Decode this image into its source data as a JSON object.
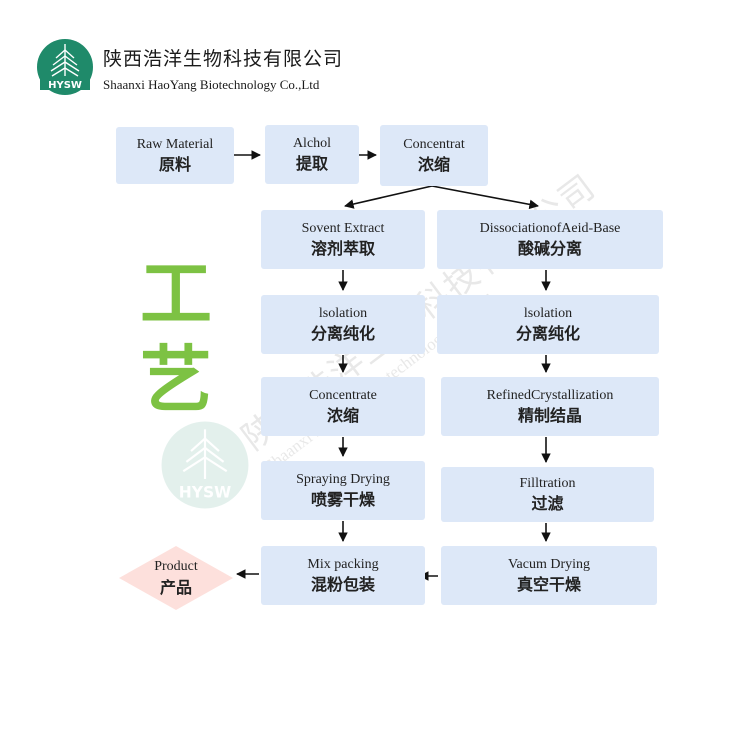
{
  "header": {
    "logo_text": "HYSW",
    "company_cn": "陕西浩洋生物科技有限公司",
    "company_en": "Shaanxi HaoYang Biotechnology Co.,Ltd"
  },
  "side_title": [
    "工",
    "艺"
  ],
  "watermark": {
    "cn": "陕西浩洋生物科技有限公司",
    "en": "Shaanxi HaoYang Biotechnology Co.,Ltd",
    "logo_text": "HYSW"
  },
  "steps": {
    "raw_material": {
      "en": "Raw Material",
      "cn": "原料"
    },
    "alchol": {
      "en": "Alchol",
      "cn": "提取"
    },
    "concentrat": {
      "en": "Concentrat",
      "cn": "浓缩"
    },
    "sovent_extract": {
      "en": "Sovent Extract",
      "cn": "溶剂萃取"
    },
    "dissociation": {
      "en": "DissociationofAeid-Base",
      "cn": "酸碱分离"
    },
    "isolation_left": {
      "en": "lsolation",
      "cn": "分离纯化"
    },
    "isolation_right": {
      "en": "lsolation",
      "cn": "分离纯化"
    },
    "concentrate": {
      "en": "Concentrate",
      "cn": "浓缩"
    },
    "refined": {
      "en": "RefinedCrystallization",
      "cn": "精制结晶"
    },
    "spraying": {
      "en": "Spraying Drying",
      "cn": "喷雾干燥"
    },
    "filltration": {
      "en": "Filltration",
      "cn": "过滤"
    },
    "mix_packing": {
      "en": "Mix packing",
      "cn": "混粉包装"
    },
    "vacum": {
      "en": "Vacum Drying",
      "cn": "真空干燥"
    },
    "product": {
      "en": "Product",
      "cn": "产品"
    }
  },
  "colors": {
    "box_fill": "#dde8f8",
    "title_green": "#7dc243",
    "diamond_fill": "#fde0dc",
    "logo_green": "#1f8a6a"
  }
}
